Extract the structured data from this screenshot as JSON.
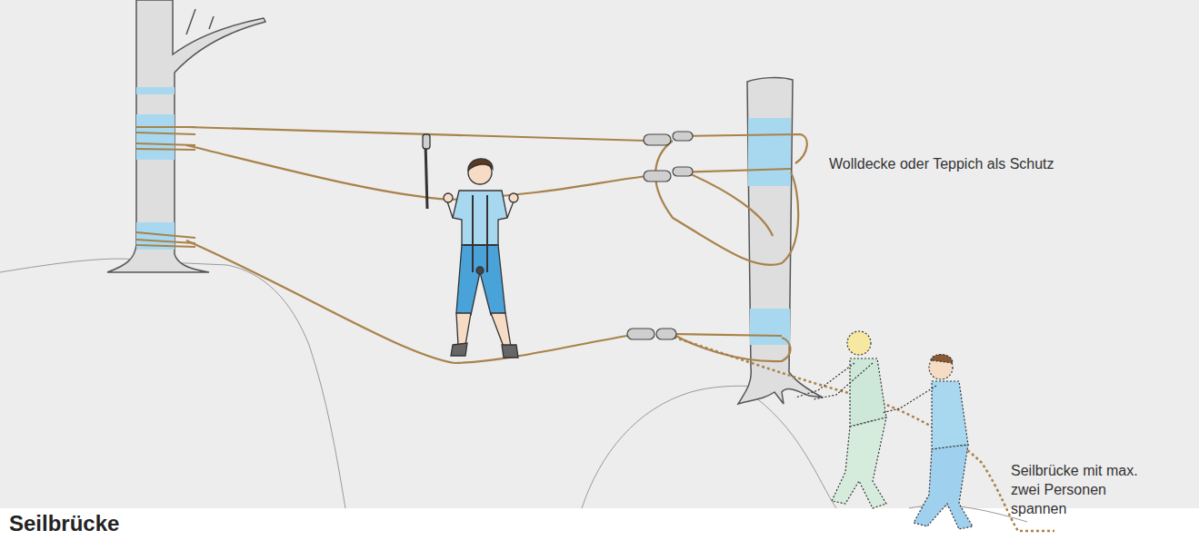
{
  "diagram": {
    "title": "Seilbrücke",
    "labels": [
      "Wolldecke oder Teppich als Schutz",
      "Seilbrücke mit max. zwei Personen spannen"
    ]
  }
}
